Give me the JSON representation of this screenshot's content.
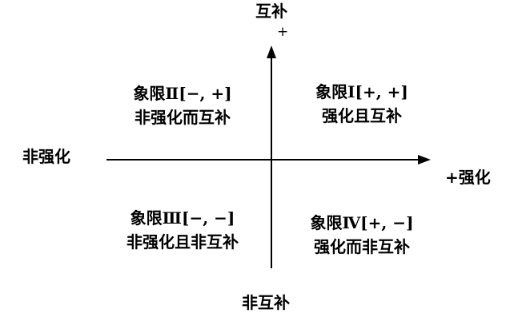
{
  "axes": {
    "top_label": "互补",
    "top_sign": "+",
    "bottom_label": "非互补",
    "left_label": "非强化",
    "right_label": "+强化"
  },
  "quadrants": {
    "q1": {
      "heading": "象限Ⅰ[+, +]",
      "desc": "强化且互补"
    },
    "q2": {
      "heading": "象限Ⅱ[−, +]",
      "desc": "非强化而互补"
    },
    "q3": {
      "heading": "象限Ⅲ[−, −]",
      "desc": "非强化且非互补"
    },
    "q4": {
      "heading": "象限Ⅳ[+, −]",
      "desc": "强化而非互补"
    }
  },
  "colors": {
    "line": "#000000",
    "text": "#000000",
    "background": "#ffffff"
  }
}
